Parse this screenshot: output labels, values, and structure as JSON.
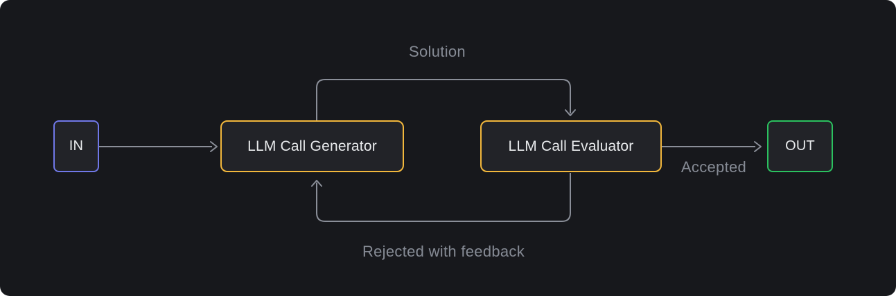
{
  "diagram": {
    "title": "",
    "nodes": [
      {
        "id": "in",
        "label": "IN",
        "accent_color": "#7078e8",
        "shape": "rounded-rect"
      },
      {
        "id": "generator",
        "label": "LLM Call Generator",
        "accent_color": "#f2b73c",
        "shape": "rounded-rect"
      },
      {
        "id": "evaluator",
        "label": "LLM Call Evaluator",
        "accent_color": "#f2b73c",
        "shape": "rounded-rect"
      },
      {
        "id": "out",
        "label": "OUT",
        "accent_color": "#2bc15f",
        "shape": "rounded-rect"
      }
    ],
    "edges": [
      {
        "from": "in",
        "to": "generator",
        "label": ""
      },
      {
        "from": "generator",
        "to": "evaluator",
        "label": "Solution",
        "route": "top-loop"
      },
      {
        "from": "evaluator",
        "to": "generator",
        "label": "Rejected with feedback",
        "route": "bottom-loop"
      },
      {
        "from": "evaluator",
        "to": "out",
        "label": "Accepted"
      }
    ]
  },
  "colors": {
    "page_background": "#ffffff",
    "panel_background": "#17181c",
    "node_fill": "#222328",
    "node_text": "#e8eaec",
    "edge": "#8a8e98",
    "edge_label_text": "#868b95",
    "accent_indigo": "#7078e8",
    "accent_amber": "#f2b73c",
    "accent_green": "#2bc15f"
  }
}
